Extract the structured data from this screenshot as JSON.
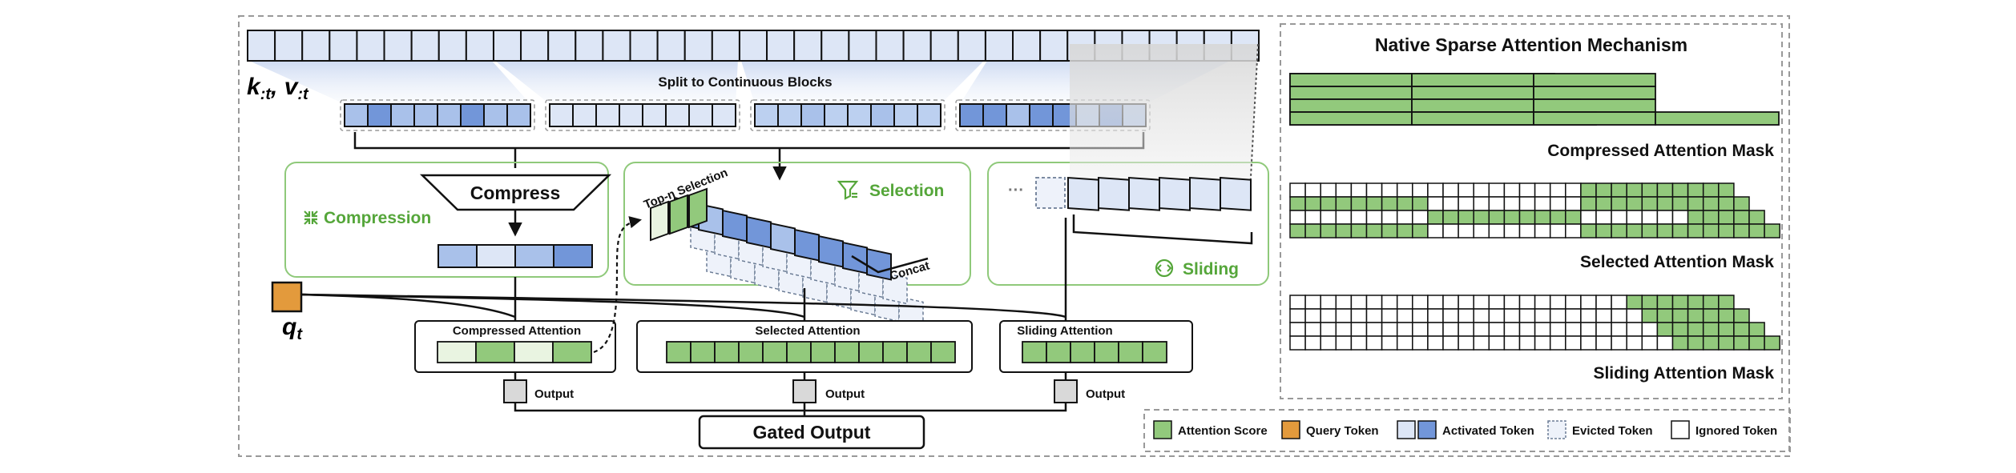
{
  "diagram": {
    "kv_label": "k:t, v:t",
    "kv_main": "k",
    "kv_sub1": ":t",
    "kv_comma": ", ",
    "kv_main2": "v",
    "kv_sub2": ":t",
    "split_label": "Split to Continuous Blocks",
    "compress_label": "Compress",
    "compression_title": "Compression",
    "selection_title": "Selection",
    "sliding_title": "Sliding",
    "topn_label": "Top-n Selection",
    "concat_label": "Concat",
    "ellipsis": "···",
    "query_main": "q",
    "query_sub": "t",
    "branches": [
      {
        "name": "Compressed Attention",
        "output": "Output"
      },
      {
        "name": "Selected Attention",
        "output": "Output"
      },
      {
        "name": "Sliding Attention",
        "output": "Output"
      }
    ],
    "gated_output": "Gated Output"
  },
  "mechanism": {
    "title": "Native Sparse Attention Mechanism",
    "masks": [
      {
        "label": "Compressed Attention Mask"
      },
      {
        "label": "Selected Attention Mask"
      },
      {
        "label": "Sliding Attention Mask"
      }
    ]
  },
  "legend": {
    "items": [
      {
        "label": "Attention Score",
        "icon": "attention-score-swatch"
      },
      {
        "label": "Query Token",
        "icon": "query-token-swatch"
      },
      {
        "label": "Activated Token",
        "icon": "activated-token-swatch"
      },
      {
        "label": "Evicted Token",
        "icon": "evicted-token-swatch"
      },
      {
        "label": "Ignored Token",
        "icon": "ignored-token-swatch"
      }
    ]
  },
  "colors": {
    "green": "#92c97c",
    "light_green": "#e9f4e1",
    "box_green": "#8fc97a",
    "blue_light": "#dde6f6",
    "blue_mid": "#a9c1ea",
    "blue_dark": "#7296d9",
    "orange": "#e39a3c",
    "gray": "#d9d9d9",
    "title_green": "#55a63a"
  }
}
